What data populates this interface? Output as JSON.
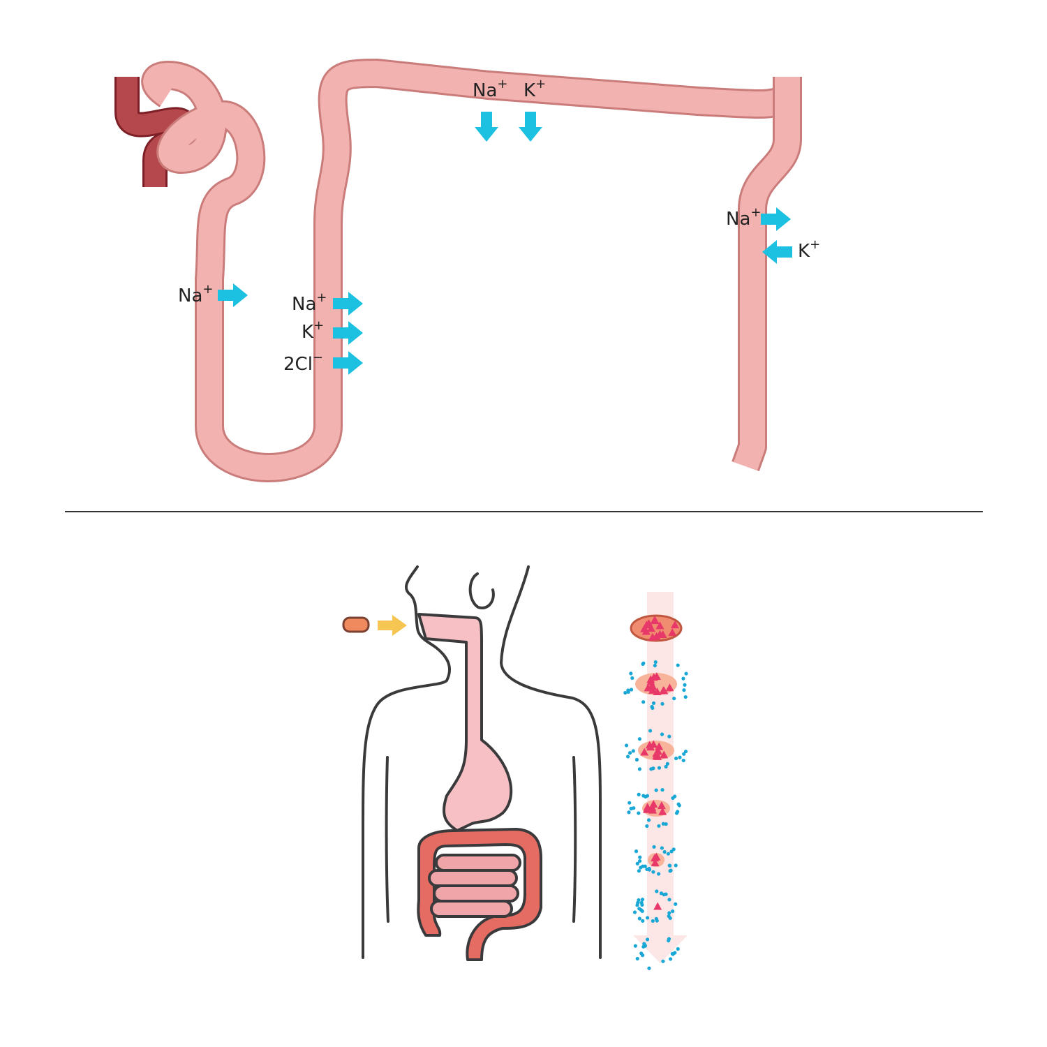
{
  "colors": {
    "tubule_fill": "#f2b2b0",
    "tubule_stroke": "#c97c7a",
    "artery_fill": "#b5484c",
    "artery_stroke": "#7d1f26",
    "arrow": "#1cc0e0",
    "divider": "#333333",
    "body_outline": "#3a3a3c",
    "esophagus_stomach": "#f7c0c4",
    "large_intestine": "#e56c63",
    "small_intestine": "#f0a5a8",
    "pill": "#ef8a5e",
    "ingest_arrow": "#f6c552",
    "particle_red": "#e8386a",
    "particle_blue": "#19a7d6",
    "dissolution_track": "#fde6e6"
  },
  "nephron": {
    "proximal_tubule": {
      "ion": "Na",
      "charge": "+"
    },
    "thick_ascending_limb": [
      {
        "ion": "Na",
        "charge": "+"
      },
      {
        "ion": "K",
        "charge": "+"
      },
      {
        "ion": "2Cl",
        "charge": "−"
      }
    ],
    "distal_tubule": [
      {
        "ion": "Na",
        "charge": "+"
      },
      {
        "ion": "K",
        "charge": "+"
      }
    ],
    "collecting_duct": {
      "out": {
        "ion": "Na",
        "charge": "+"
      },
      "in": {
        "ion": "K",
        "charge": "+"
      }
    }
  },
  "digestion": {
    "dissolution_stages": 7,
    "icons": [
      "pill-icon",
      "ingest-arrow-icon",
      "body-outline",
      "digestive-tract",
      "dissolution-track"
    ]
  }
}
